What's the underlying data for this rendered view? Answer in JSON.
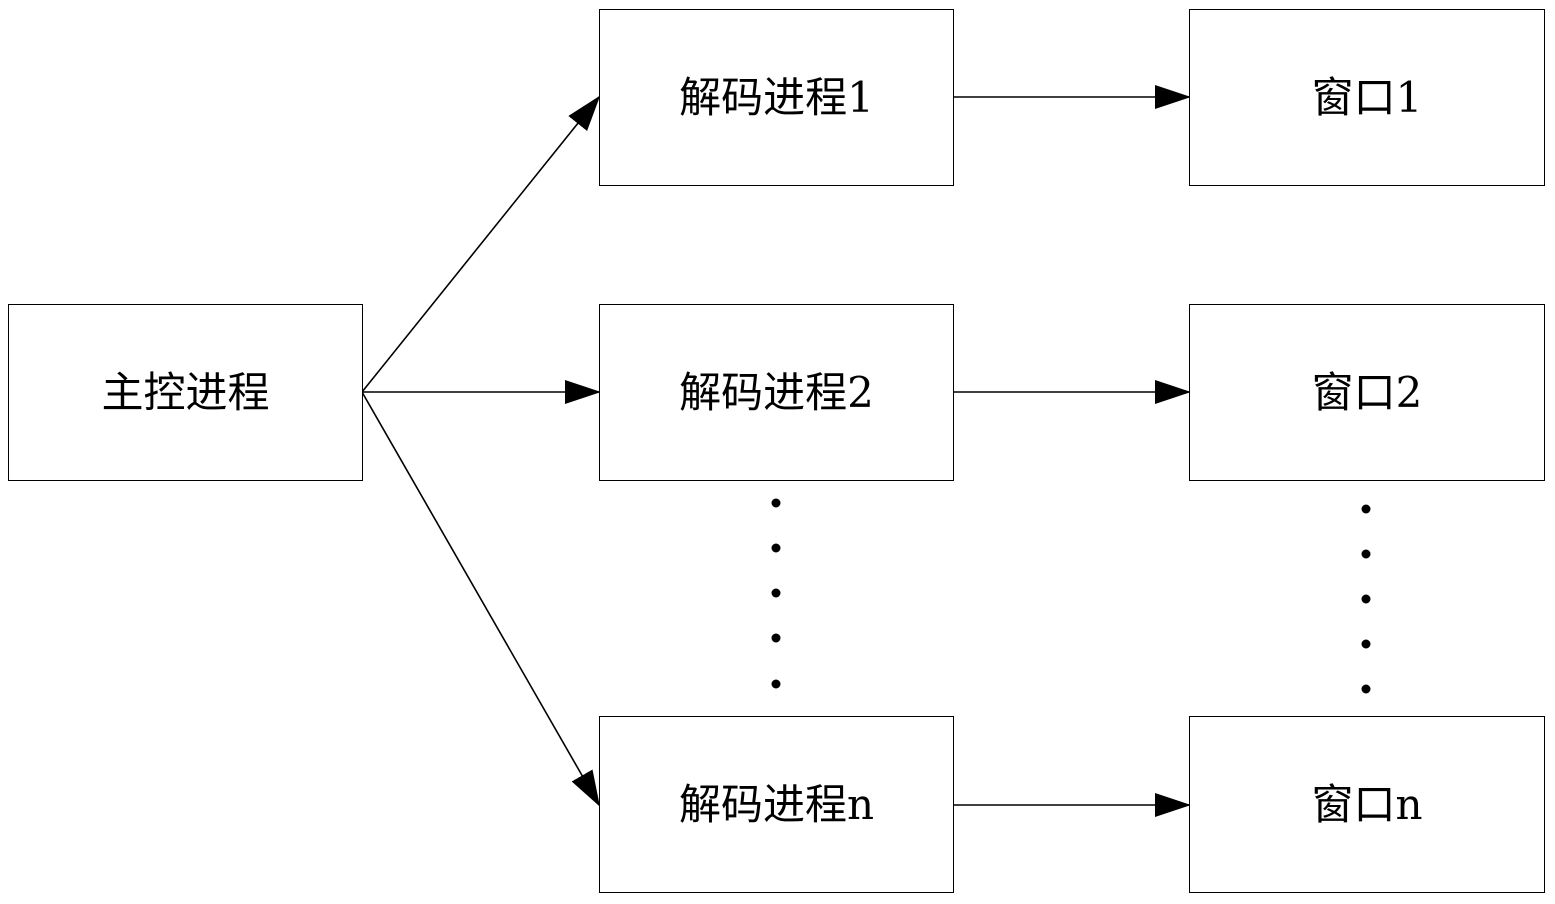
{
  "diagram": {
    "main_node": {
      "label": "主控进程"
    },
    "decoders": [
      {
        "label": "解码进程1"
      },
      {
        "label": "解码进程2"
      },
      {
        "label": "解码进程n"
      }
    ],
    "windows": [
      {
        "label": "窗口1"
      },
      {
        "label": "窗口2"
      },
      {
        "label": "窗口n"
      }
    ],
    "colors": {
      "stroke": "#000000",
      "fill": "#ffffff"
    }
  }
}
